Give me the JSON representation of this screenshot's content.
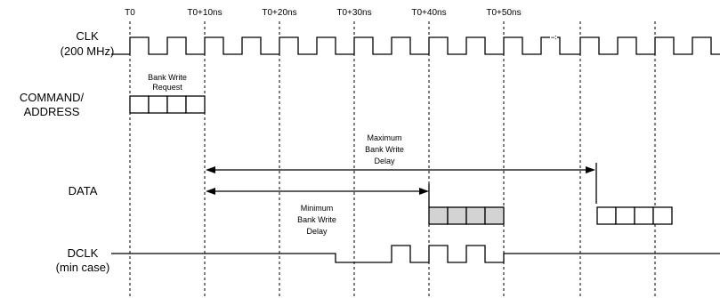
{
  "time_ticks": [
    "T0",
    "T0+10ns",
    "T0+20ns",
    "T0+30ns",
    "T0+40ns",
    "T0+50ns"
  ],
  "signals": {
    "clk": [
      "CLK",
      "(200 MHz)"
    ],
    "command": [
      "COMMAND/",
      "ADDRESS"
    ],
    "data": [
      "DATA"
    ],
    "dclk": [
      "DCLK",
      "(min case)"
    ]
  },
  "annotations": {
    "bank_write_request": [
      "Bank Write",
      "Request"
    ],
    "maximum_delay": [
      "Maximum",
      "Bank Write",
      "Delay"
    ],
    "minimum_delay": [
      "Minimum",
      "Bank Write",
      "Delay"
    ]
  },
  "clock_break_marker": "∹",
  "colors": {
    "line": "#000000",
    "data_shaded": "#d3d3d3",
    "background": "#ffffff"
  }
}
